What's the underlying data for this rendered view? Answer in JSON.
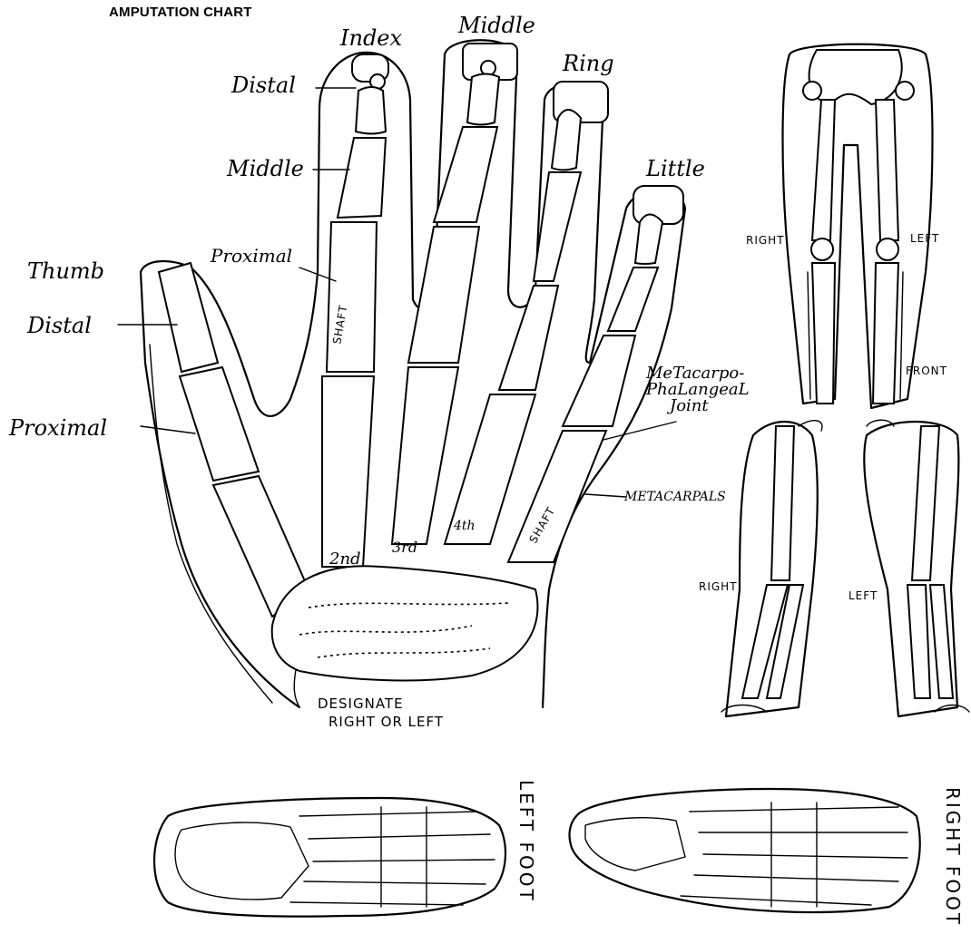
{
  "title": "AMPUTATION CHART",
  "hand": {
    "fingers": {
      "index": "Index",
      "middle": "Middle",
      "ring": "Ring",
      "little": "Little"
    },
    "thumb": "Thumb",
    "phalanges": {
      "distal": "Distal",
      "middle": "Middle",
      "proximal": "Proximal",
      "thumb_distal": "Distal",
      "thumb_proximal": "Proximal"
    },
    "shaft_labels": [
      "SHAFT",
      "SHAFT"
    ],
    "joint_label_lines": [
      "MeTacarpo-",
      "PhaLangeaL",
      "Joint"
    ],
    "metacarpals_label": "METACARPALS",
    "metacarpal_numbers": [
      "2nd",
      "3rd",
      "4th"
    ],
    "instruction_lines": [
      "DESIGNATE",
      "RIGHT OR LEFT"
    ]
  },
  "legs": {
    "right": "RIGHT",
    "left": "LEFT",
    "front": "FRONT"
  },
  "arms": {
    "right": "RIGHT",
    "left": "LEFT"
  },
  "feet": {
    "left": "LEFT FOOT",
    "right": "RIGHT FOOT"
  }
}
